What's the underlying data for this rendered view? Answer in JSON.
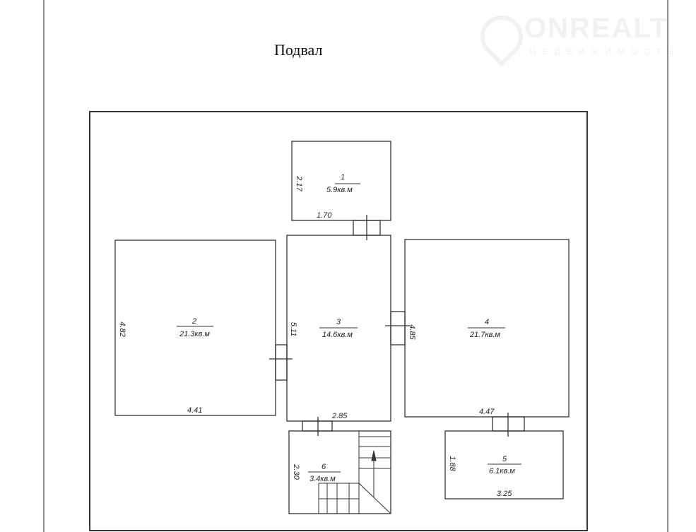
{
  "title": "Подвал",
  "watermark": {
    "brand": "ONREALT",
    "subtitle": "НЕДВИЖИМОСТЬ"
  },
  "rooms": [
    {
      "number": "1",
      "area": "5.9кв.м",
      "dims": [
        "2.17",
        "1.70"
      ]
    },
    {
      "number": "2",
      "area": "21.3кв.м",
      "dims": [
        "4.82",
        "4.41"
      ]
    },
    {
      "number": "3",
      "area": "14.6кв.м",
      "dims": [
        "5.11",
        "2.85"
      ]
    },
    {
      "number": "4",
      "area": "21.7кв.м",
      "dims": [
        "4.85",
        "4.47"
      ]
    },
    {
      "number": "5",
      "area": "6.1кв.м",
      "dims": [
        "1.88",
        "3.25"
      ]
    },
    {
      "number": "6",
      "area": "3.4кв.м",
      "dims": [
        "2.30"
      ]
    }
  ]
}
